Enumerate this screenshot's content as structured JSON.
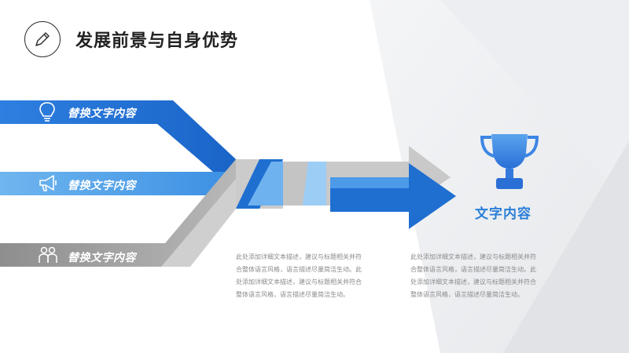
{
  "title": "发展前景与自身优势",
  "bands": [
    {
      "label": "替换文字内容",
      "icon": "lightbulb-icon"
    },
    {
      "label": "替换文字内容",
      "icon": "megaphone-icon"
    },
    {
      "label": "替换文字内容",
      "icon": "people-icon"
    }
  ],
  "result": {
    "label": "文字内容",
    "icon": "trophy-icon"
  },
  "descriptions": [
    "此处添加详细文本描述，建议与标题相关并符合整体语言风格，语言描述尽量简洁生动。此处添加详细文本描述，建议与标题相关并符合整体语言风格，语言描述尽量简洁生动。",
    "此处添加详细文本描述，建议与标题相关并符合整体语言风格，语言描述尽量简洁生动。此处添加详细文本描述，建议与标题相关并符合整体语言风格，语言描述尽量简洁生动。"
  ],
  "colors": {
    "blue_dark": "#1f6fd1",
    "blue_light": "#5aa9ec",
    "gray": "#c8c8c8",
    "gray_dark": "#9a9a9a",
    "accent_text": "#2a7fd8"
  }
}
